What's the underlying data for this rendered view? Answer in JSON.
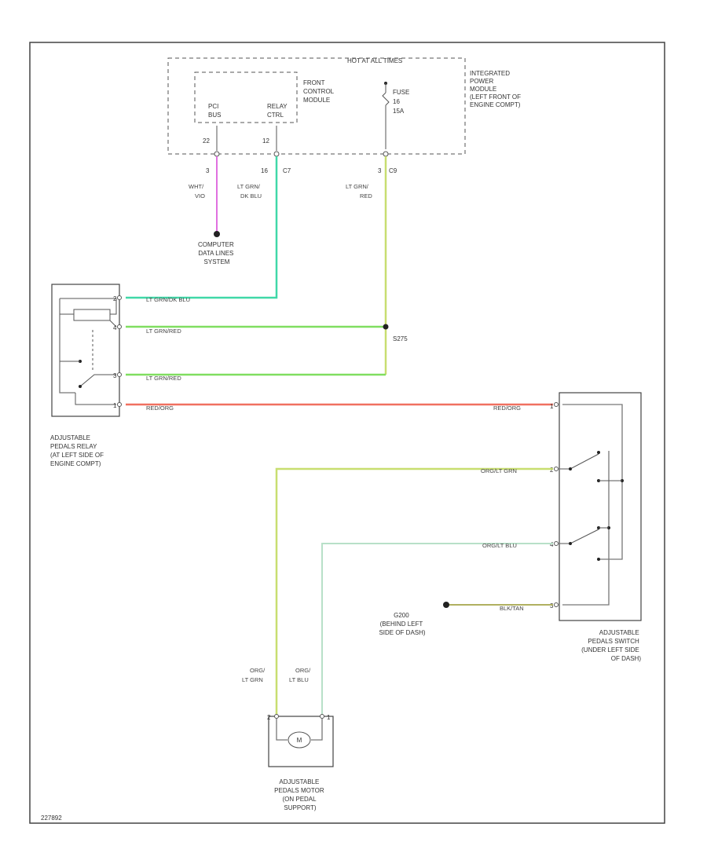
{
  "colors": {
    "pink_wire": "#e070e0",
    "teal_wire": "#40d8a8",
    "yellow_green_wire": "#c8de70",
    "green_wire": "#80de60",
    "red_wire": "#f07060",
    "light_teal_wire": "#b8e0c8",
    "olive_wire": "#b0b060"
  },
  "ipm": {
    "hot_label": "HOT AT ALL TIMES",
    "title_lines": [
      "INTEGRATED",
      "POWER",
      "MODULE",
      "(LEFT FRONT OF",
      "ENGINE COMPT)"
    ],
    "fuse_lines": [
      "FUSE",
      "16",
      "15A"
    ]
  },
  "fcm": {
    "title_lines": [
      "FRONT",
      "CONTROL",
      "MODULE"
    ],
    "pci_lines": [
      "PCI",
      "BUS"
    ],
    "relay_lines": [
      "RELAY",
      "CTRL"
    ],
    "pin_pci": "22",
    "pin_relay": "12"
  },
  "wires": {
    "pci": {
      "pin": "3",
      "color_lines": [
        "WHT/",
        "VIO"
      ]
    },
    "relay_ctrl": {
      "pin": "16",
      "conn": "C7",
      "color_lines": [
        "LT GRN/",
        "DK BLU"
      ]
    },
    "fused": {
      "pin": "3",
      "conn": "C9",
      "color_lines": [
        "LT GRN/",
        "RED"
      ]
    },
    "w1": "LT GRN/DK BLU",
    "w2": "LT GRN/RED",
    "w3": "LT GRN/RED",
    "w4_left": "RED/ORG",
    "w4_right": "RED/ORG",
    "sw_up": "ORG/LT GRN",
    "sw_down": "ORG/LT BLU",
    "ground": "BLK/TAN",
    "motor_left_lines": [
      "ORG/",
      "LT GRN"
    ],
    "motor_right_lines": [
      "ORG/",
      "LT BLU"
    ]
  },
  "computer": {
    "lines": [
      "COMPUTER",
      "DATA LINES",
      "SYSTEM"
    ]
  },
  "splice": "S275",
  "relay": {
    "pins": [
      "2",
      "4",
      "3",
      "1"
    ],
    "title_lines": [
      "ADJUSTABLE",
      "PEDALS RELAY",
      "(AT LEFT SIDE OF",
      "ENGINE COMPT)"
    ]
  },
  "switch": {
    "pins": [
      "1",
      "2",
      "4",
      "3"
    ],
    "title_lines": [
      "ADJUSTABLE",
      "PEDALS SWITCH",
      "(UNDER LEFT SIDE",
      "OF DASH)"
    ]
  },
  "ground": {
    "lines": [
      "G200",
      "(BEHIND LEFT",
      "SIDE OF DASH)"
    ]
  },
  "motor": {
    "symbol": "M",
    "pin_left": "2",
    "pin_right": "1",
    "title_lines": [
      "ADJUSTABLE",
      "PEDALS MOTOR",
      "(ON PEDAL",
      "SUPPORT)"
    ]
  },
  "figure_id": "227892"
}
